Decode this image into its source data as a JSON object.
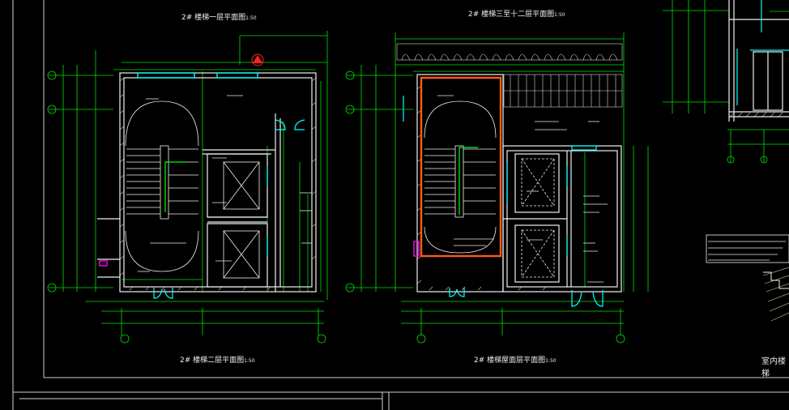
{
  "titles": {
    "top_left": "2# 楼梯一层平面图",
    "top_mid": "2# 楼梯三至十二层平面图",
    "bottom_left": "2# 楼梯二层平面图",
    "bottom_mid": "2# 楼梯屋面层平面图",
    "scale": "1:50"
  },
  "side_caption": "室内楼梯",
  "colors": {
    "background": "#000000",
    "wall": "#f0f0f0",
    "axis": "#00ff00",
    "door": "#00ffff",
    "highlight": "#ff5a1a",
    "marker": "#ff2020",
    "magenta": "#ff00ff",
    "annotation": "#ffffff",
    "frame": "#cfcfcf"
  }
}
